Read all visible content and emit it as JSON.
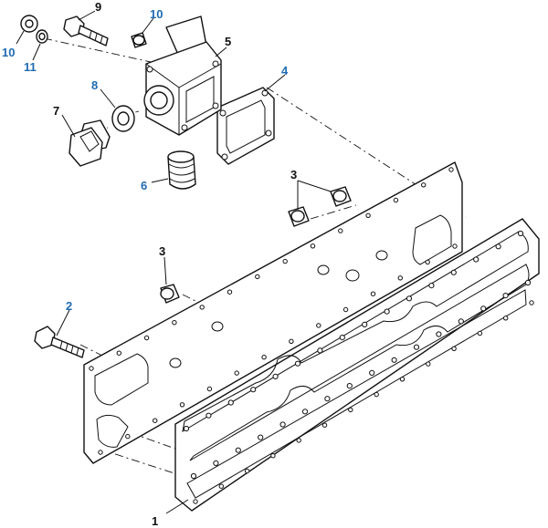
{
  "diagram": {
    "callout_color_black": "#111111",
    "callout_color_blue": "#1f6bb3",
    "callouts": [
      {
        "id": "c1",
        "label": "1",
        "color": "black"
      },
      {
        "id": "c2",
        "label": "2",
        "color": "blue"
      },
      {
        "id": "c3a",
        "label": "3",
        "color": "black"
      },
      {
        "id": "c3b",
        "label": "3",
        "color": "black"
      },
      {
        "id": "c4",
        "label": "4",
        "color": "blue"
      },
      {
        "id": "c5",
        "label": "5",
        "color": "black"
      },
      {
        "id": "c6",
        "label": "6",
        "color": "blue"
      },
      {
        "id": "c7",
        "label": "7",
        "color": "black"
      },
      {
        "id": "c8",
        "label": "8",
        "color": "blue"
      },
      {
        "id": "c9",
        "label": "9",
        "color": "black"
      },
      {
        "id": "c10a",
        "label": "10",
        "color": "blue"
      },
      {
        "id": "c10b",
        "label": "10",
        "color": "blue"
      },
      {
        "id": "c11",
        "label": "11",
        "color": "blue"
      }
    ]
  }
}
